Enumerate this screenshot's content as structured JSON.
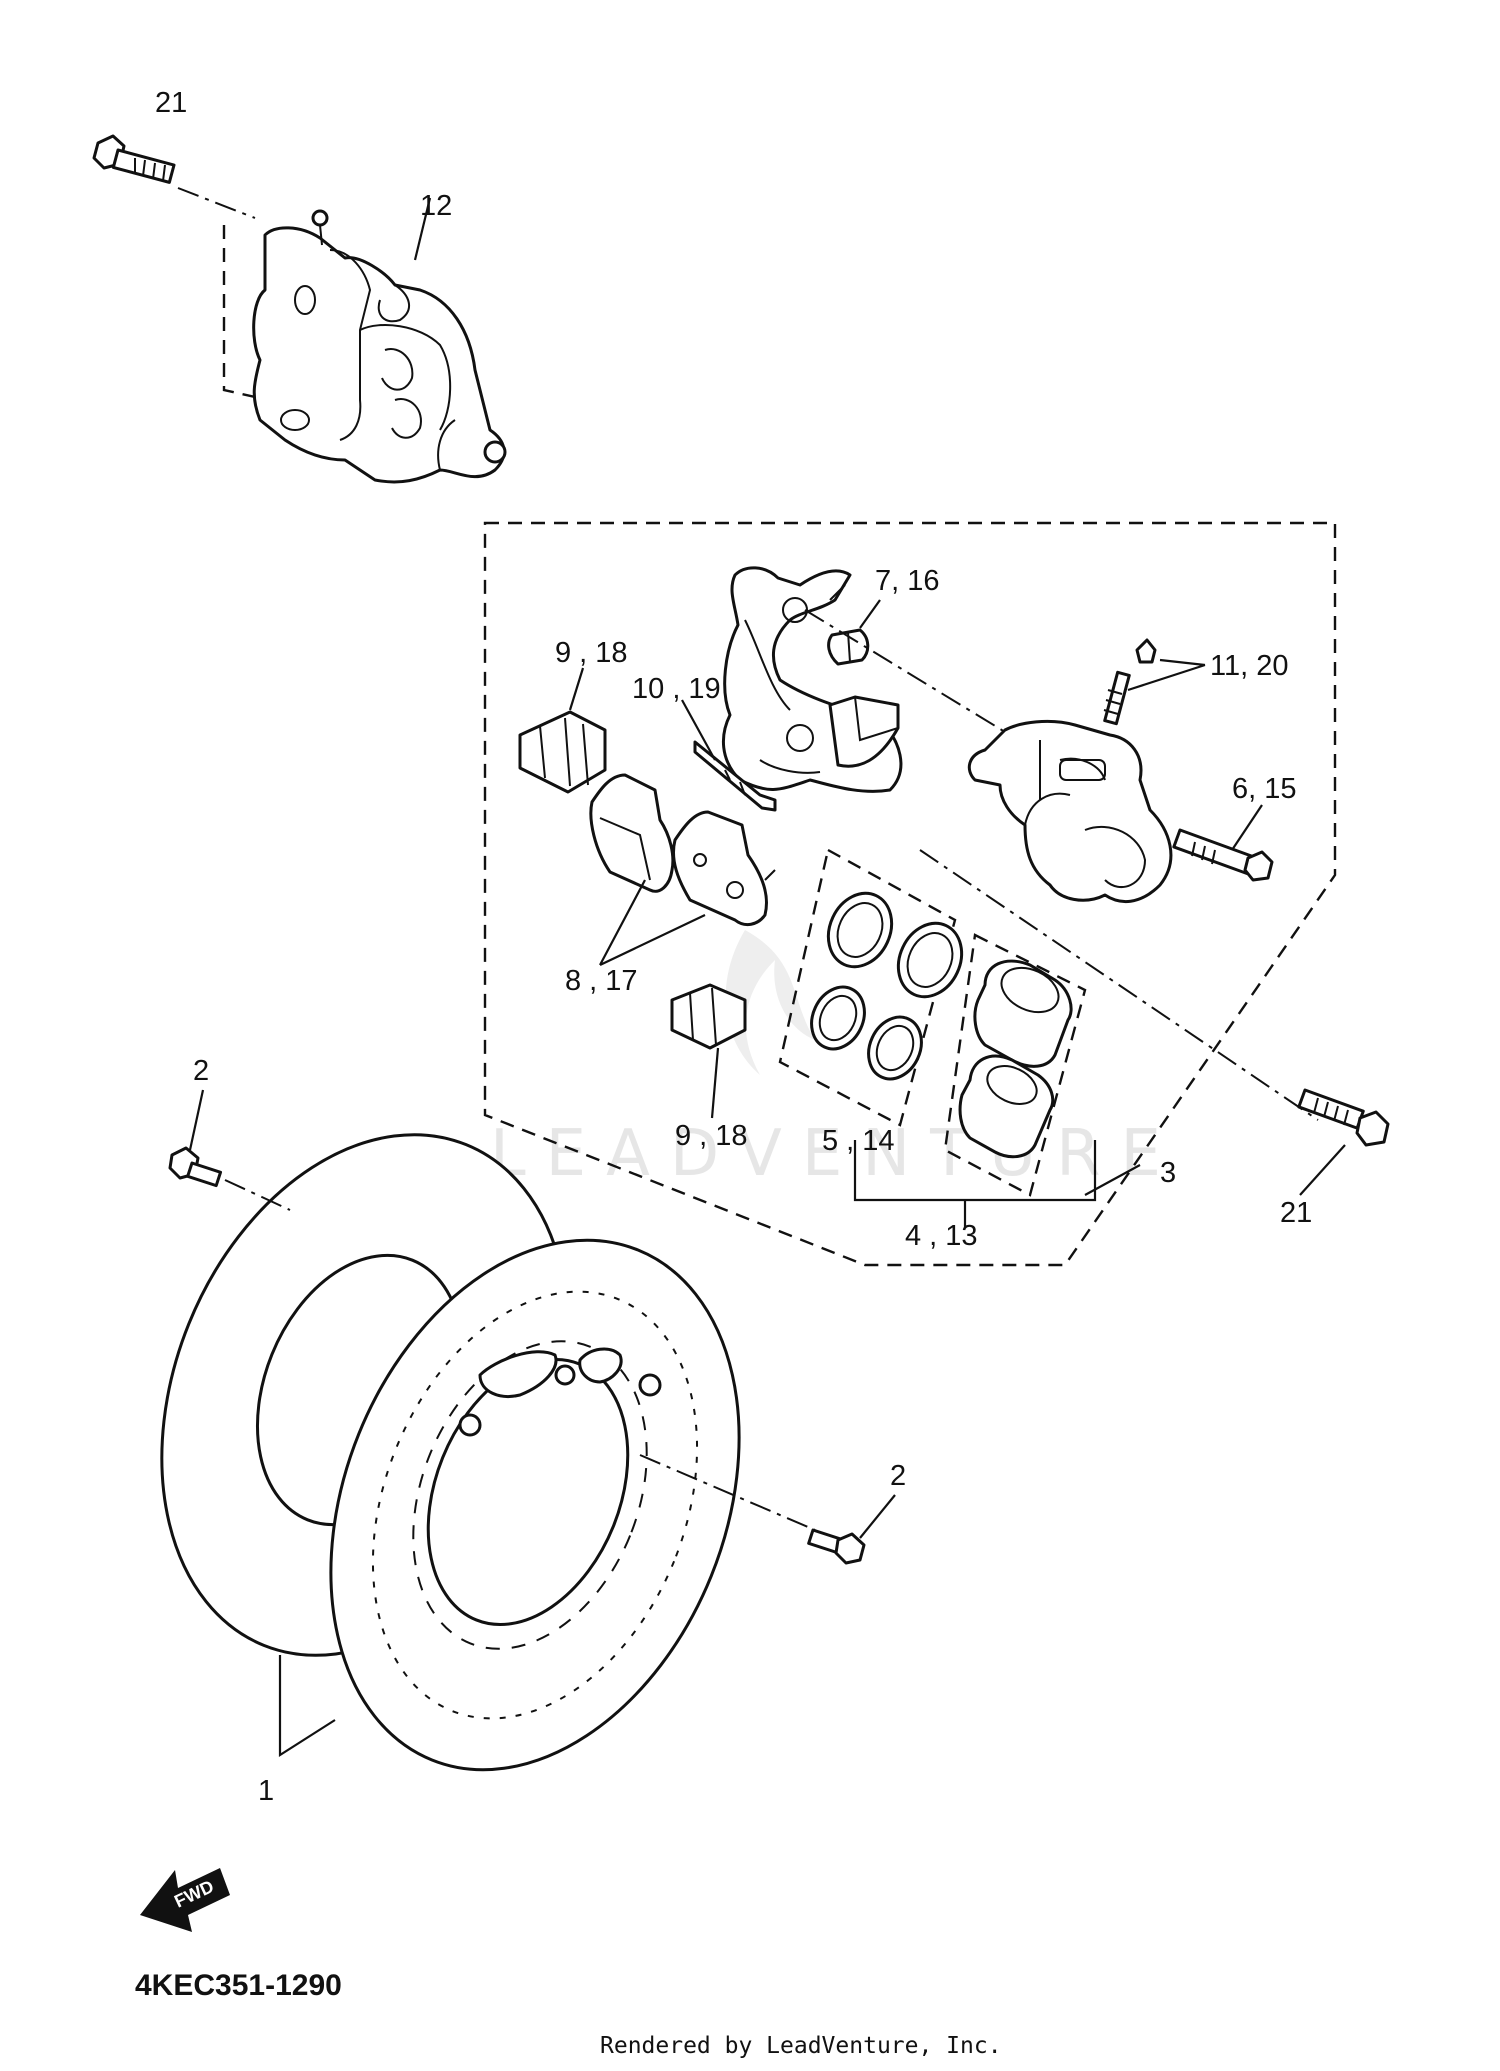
{
  "watermark": "LEADVENTURE",
  "diagram_code": "4KEC351-1290",
  "credit": "Rendered by LeadVenture, Inc.",
  "fwd_label": "FWD",
  "callouts": {
    "c21_top": "21",
    "c12": "12",
    "c7_16": "7, 16",
    "c11_20": "11, 20",
    "c9_18_top": "9 , 18",
    "c10_19": "10 , 19",
    "c6_15": "6, 15",
    "c8_17": "8 , 17",
    "c9_18_bottom": "9 , 18",
    "c5_14": "5 , 14",
    "c4_13": "4 , 13",
    "c3": "3",
    "c21_right": "21",
    "c2_left": "2",
    "c2_right": "2",
    "c1": "1"
  }
}
